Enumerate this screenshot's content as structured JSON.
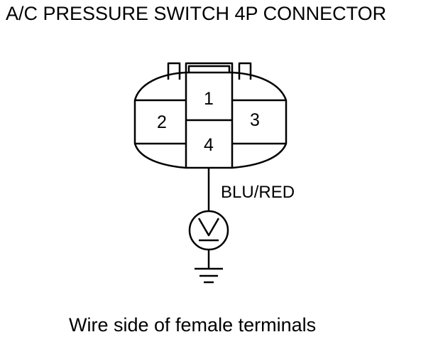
{
  "title": "A/C PRESSURE SWITCH 4P CONNECTOR",
  "terminals": {
    "t1": "1",
    "t2": "2",
    "t3": "3",
    "t4": "4"
  },
  "wire_color": "BLU/RED",
  "meter_symbol_icon": "voltmeter-icon",
  "ground_symbol_icon": "ground-icon",
  "caption": "Wire side of female terminals"
}
